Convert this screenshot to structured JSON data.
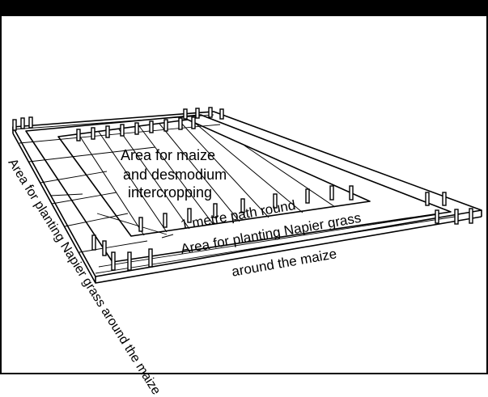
{
  "diagram": {
    "labels": {
      "center_line1": "Area for maize",
      "center_line2": "and desmodium",
      "center_line3": "intercropping",
      "path_label": "1 metre path round",
      "napier_front_line1": "Area for planting Napier grass",
      "napier_front_line2": "around the maize",
      "napier_side": "Area for planting Napier grass around the maize"
    },
    "colors": {
      "ink": "#000000",
      "background": "#ffffff"
    }
  }
}
